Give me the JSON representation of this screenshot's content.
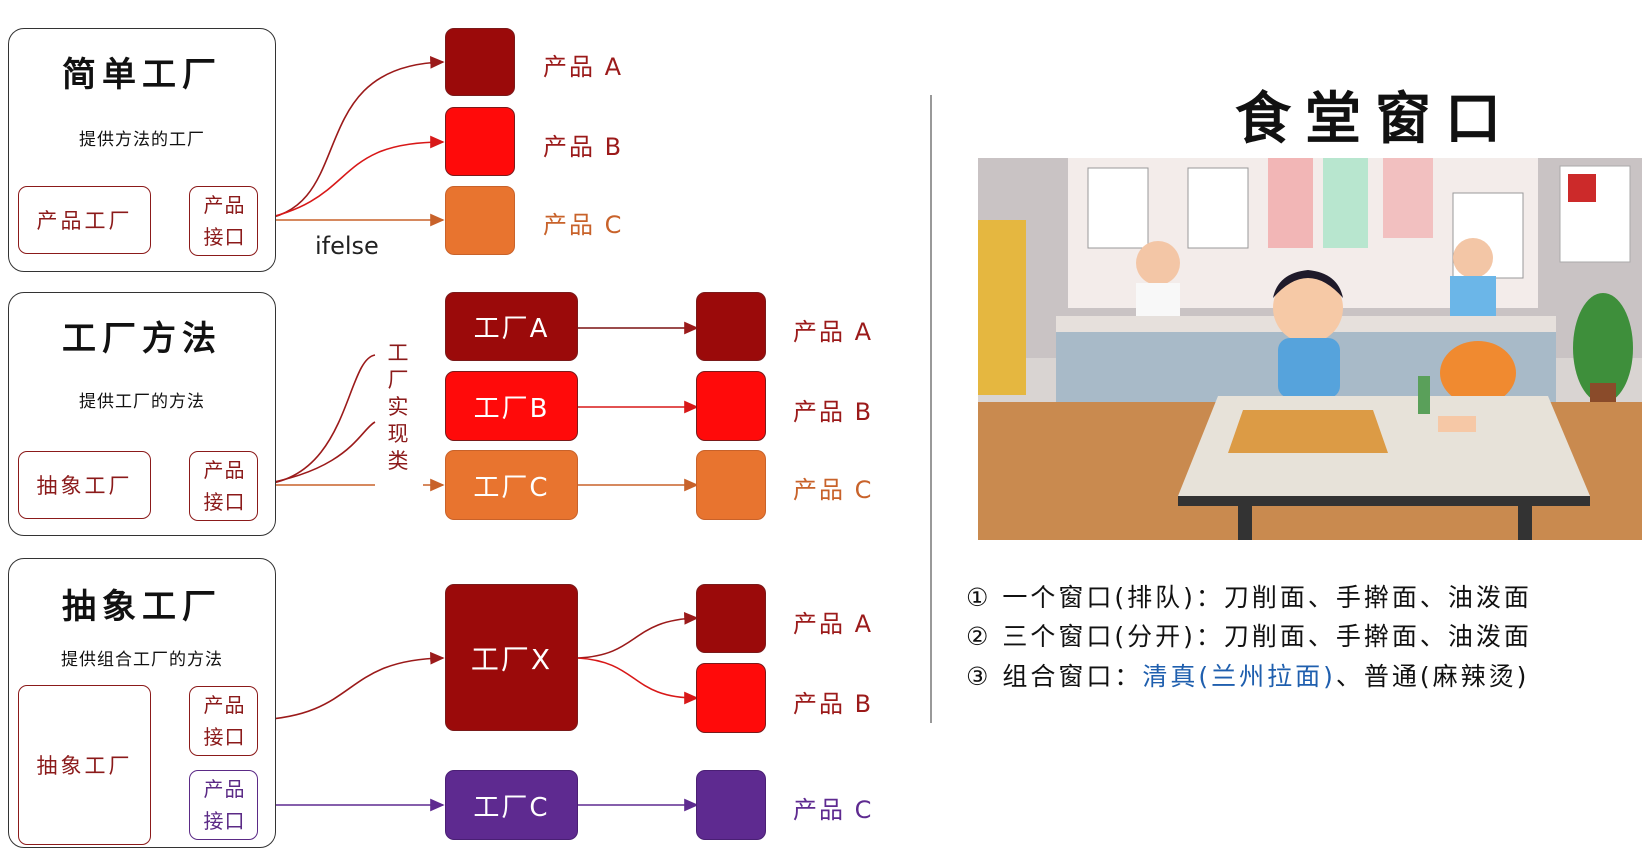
{
  "left": {
    "simple": {
      "title": "简单工厂",
      "subtitle": "提供方法的工厂",
      "factory": "产品工厂",
      "iface_1": "产品",
      "iface_2": "接口",
      "branch_label": "ifelse",
      "products": [
        {
          "label": "产品 A",
          "color": "#9b0a0a"
        },
        {
          "label": "产品 B",
          "color": "#ff0a0a"
        },
        {
          "label": "产品 C",
          "color": "#e8742f"
        }
      ]
    },
    "method": {
      "title": "工厂方法",
      "subtitle": "提供工厂的方法",
      "factory": "抽象工厂",
      "iface_1": "产品",
      "iface_2": "接口",
      "impl_label": "工厂实现类",
      "factories": [
        {
          "label": "工厂A",
          "color": "#9b0a0a"
        },
        {
          "label": "工厂B",
          "color": "#ff0a0a"
        },
        {
          "label": "工厂C",
          "color": "#e8742f"
        }
      ],
      "products": [
        {
          "label": "产品 A",
          "color": "#9b0a0a"
        },
        {
          "label": "产品 B",
          "color": "#ff0a0a"
        },
        {
          "label": "产品 C",
          "color": "#e8742f"
        }
      ]
    },
    "abstract": {
      "title": "抽象工厂",
      "subtitle": "提供组合工厂的方法",
      "factory": "抽象工厂",
      "iface_1": "产品",
      "iface_2": "接口",
      "factory_x": "工厂X",
      "factory_c": "工厂C",
      "products": [
        {
          "label": "产品 A",
          "color": "#9b0a0a"
        },
        {
          "label": "产品 B",
          "color": "#ff0a0a"
        },
        {
          "label": "产品 C",
          "color": "#5e2a90"
        }
      ]
    }
  },
  "right": {
    "title": "食堂窗口",
    "items": [
      {
        "num": "①",
        "text": "一个窗口(排队)：刀削面、手擀面、油泼面"
      },
      {
        "num": "②",
        "text": "三个窗口(分开)：刀削面、手擀面、油泼面"
      },
      {
        "num": "③",
        "text_before": "组合窗口：",
        "text_highlight": "清真(兰州拉面)",
        "text_after": "、普通(麻辣烫)"
      }
    ]
  },
  "colors": {
    "dark_red": "#9b0a0a",
    "red": "#ff0a0a",
    "orange": "#e8742f",
    "purple": "#5e2a90",
    "highlight_blue": "#1f5fae"
  }
}
